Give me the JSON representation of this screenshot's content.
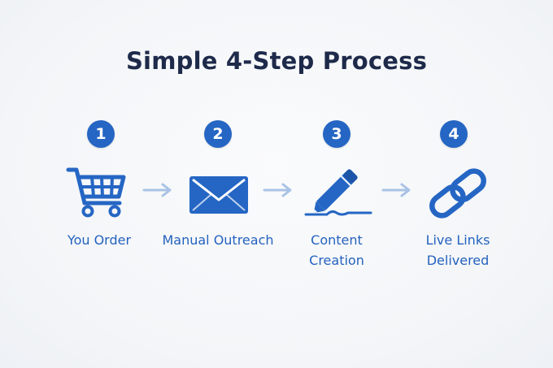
{
  "title": "Simple 4-Step Process",
  "colors": {
    "accent": "#2566c4",
    "title": "#1e2a4a",
    "arrow": "#a9c3e6",
    "background": "#f4f6f9"
  },
  "steps": [
    {
      "number": "1",
      "icon": "shopping-cart-icon",
      "label": "You Order",
      "label_line2": ""
    },
    {
      "number": "2",
      "icon": "envelope-icon",
      "label": "Manual Outreach",
      "label_line2": ""
    },
    {
      "number": "3",
      "icon": "pencil-icon",
      "label": "Content",
      "label_line2": "Creation"
    },
    {
      "number": "4",
      "icon": "chain-link-icon",
      "label": "Live Links",
      "label_line2": "Delivered"
    }
  ],
  "connectors": [
    "arrow-right-icon",
    "arrow-right-icon",
    "arrow-right-icon"
  ]
}
